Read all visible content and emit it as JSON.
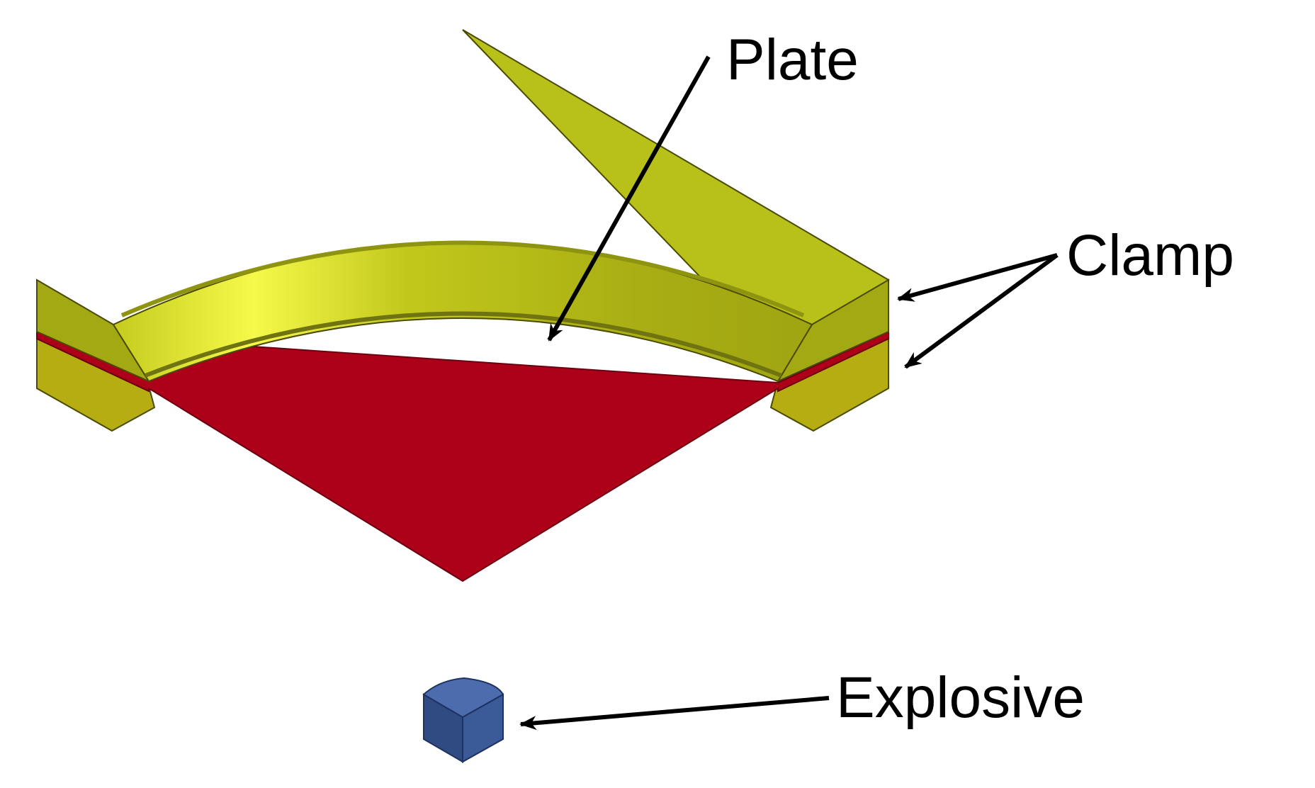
{
  "labels": {
    "plate": "Plate",
    "clamp": "Clamp",
    "explosive": "Explosive"
  },
  "colors": {
    "clamp_top": "#b8c01a",
    "clamp_ring_highlight": "#f6f94a",
    "clamp_side": "#a3a912",
    "clamp_lower": "#b5ad12",
    "plate": "#ad0019",
    "explosive": "#3a5a98",
    "arrow": "#000000"
  }
}
